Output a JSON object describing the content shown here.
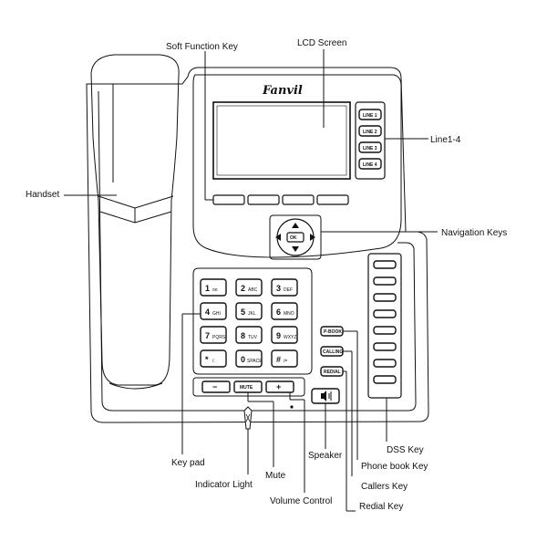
{
  "brand": "Fanvil",
  "labels": {
    "soft_function_key": "Soft Function Key",
    "lcd_screen": "LCD Screen",
    "line_keys": "Line1-4",
    "handset": "Handset",
    "navigation_keys": "Navigation  Keys",
    "key_pad": "Key pad",
    "indicator_light": "Indicator Light",
    "mute": "Mute",
    "volume_control": "Volume Control",
    "speaker": "Speaker",
    "dss_key": "DSS  Key",
    "phone_book_key": "Phone  book Key",
    "callers_key": "Callers Key",
    "redial_key": "Redial Key"
  },
  "keypad": [
    {
      "main": "1",
      "sub": "oo"
    },
    {
      "main": "2",
      "sub": "ABC"
    },
    {
      "main": "3",
      "sub": "DEF"
    },
    {
      "main": "4",
      "sub": "GHI"
    },
    {
      "main": "5",
      "sub": "JKL"
    },
    {
      "main": "6",
      "sub": "MNO"
    },
    {
      "main": "7",
      "sub": "PQRS"
    },
    {
      "main": "8",
      "sub": "TUV"
    },
    {
      "main": "9",
      "sub": "WXYZ"
    },
    {
      "main": "*",
      "sub": "/."
    },
    {
      "main": "0",
      "sub": "SPACE"
    },
    {
      "main": "#",
      "sub": "/="
    }
  ],
  "line_key_labels": [
    "LINE 1",
    "LINE 2",
    "LINE 3",
    "LINE 4"
  ],
  "nav_ok": "OK",
  "mute_key": "MUTE",
  "vol_minus": "−",
  "vol_plus": "+",
  "pbook_key": "P-BOOK",
  "calling_key": "CALLING",
  "redial_key": "REDIAL"
}
